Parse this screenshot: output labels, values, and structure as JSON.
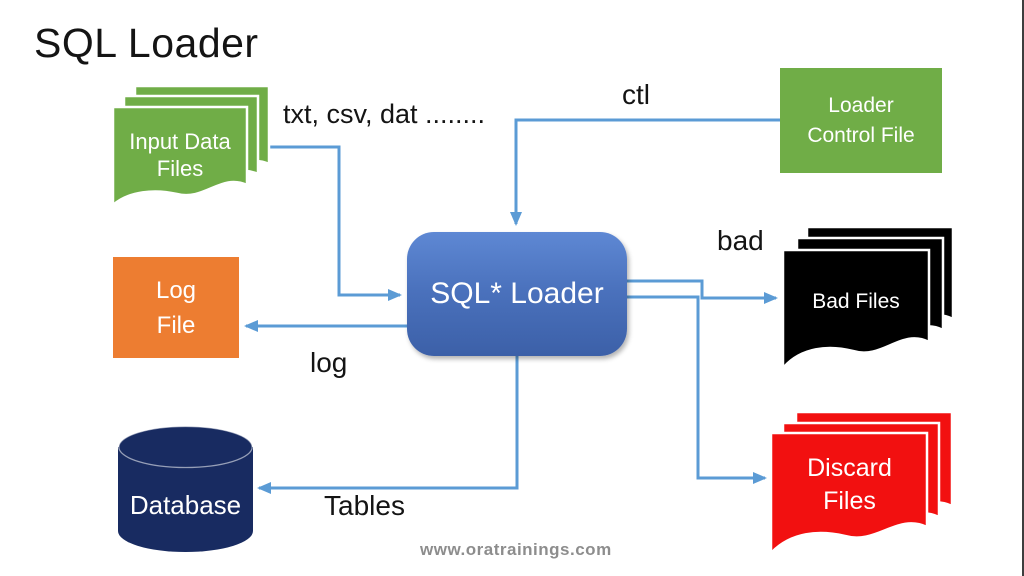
{
  "title": "SQL Loader",
  "watermark": "www.oratrainings.com",
  "colors": {
    "accent_green": "#70AD47",
    "accent_orange": "#ED7D31",
    "loader_blue_top": "#5E88D4",
    "loader_blue_bottom": "#3C60A8",
    "database_navy": "#182B61",
    "bad_black": "#000000",
    "discard_red": "#F21010",
    "arrow_blue": "#5B9BD5",
    "title_black": "#141414",
    "watermark_gray": "#8D8D8D"
  },
  "nodes": {
    "input_data_files": {
      "line1": "Input Data",
      "line2": "Files"
    },
    "loader_control_file": {
      "line1": "Loader",
      "line2": "Control File"
    },
    "sql_loader": {
      "label": "SQL* Loader"
    },
    "log_file": {
      "line1": "Log",
      "line2": "File"
    },
    "bad_files": {
      "label": "Bad Files"
    },
    "discard_files": {
      "line1": "Discard",
      "line2": "Files"
    },
    "database": {
      "label": "Database"
    }
  },
  "edge_labels": {
    "input_formats": "txt, csv, dat ........",
    "ctl": "ctl",
    "bad": "bad",
    "log": "log",
    "tables": "Tables"
  },
  "edges": [
    {
      "from": "input_data_files",
      "to": "sql_loader",
      "label_key": "input_formats"
    },
    {
      "from": "loader_control_file",
      "to": "sql_loader",
      "label_key": "ctl"
    },
    {
      "from": "sql_loader",
      "to": "log_file",
      "label_key": "log"
    },
    {
      "from": "sql_loader",
      "to": "bad_files",
      "label_key": "bad"
    },
    {
      "from": "sql_loader",
      "to": "discard_files",
      "label_key": ""
    },
    {
      "from": "sql_loader",
      "to": "database",
      "label_key": "tables"
    }
  ]
}
